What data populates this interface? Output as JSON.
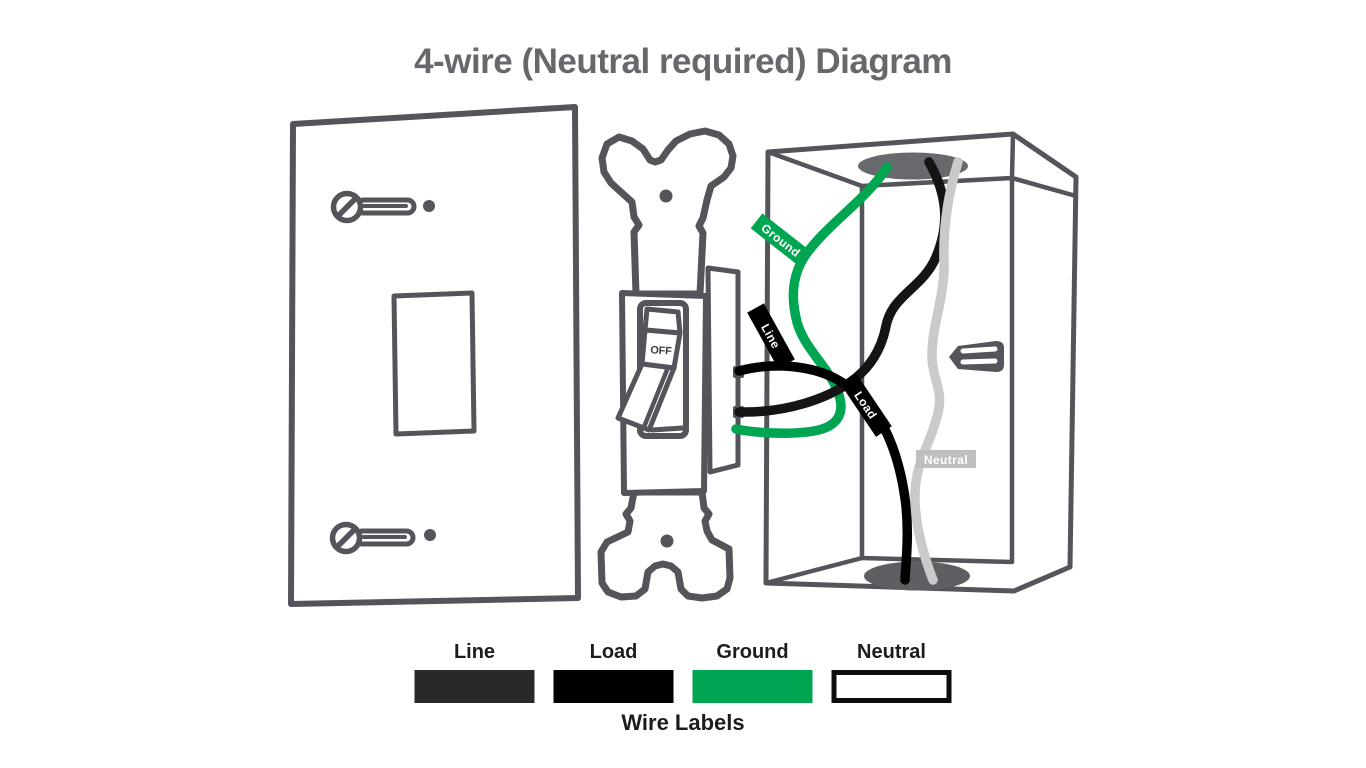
{
  "title": "4-wire (Neutral required) Diagram",
  "diagram": {
    "switch_label": "OFF",
    "tags": {
      "ground": "Ground",
      "line": "Line",
      "load": "Load",
      "neutral": "Neutral"
    }
  },
  "legend": {
    "caption": "Wire Labels",
    "items": [
      {
        "label": "Line",
        "color": "#2b2828"
      },
      {
        "label": "Load",
        "color": "#000000"
      },
      {
        "label": "Ground",
        "color": "#00a551"
      },
      {
        "label": "Neutral",
        "color": "#ffffff"
      }
    ]
  },
  "colors": {
    "outline": "#53555a",
    "title_text": "#67686c",
    "ground_wire": "#00a551",
    "line_wire": "#151313",
    "load_wire": "#000000",
    "neutral_wire": "#c9cacb",
    "neutral_tag": "#bdbfc1",
    "box_fill": "#f3f3f4",
    "box_hole_top": "#68696d",
    "box_hole_bottom": "#5e5f62"
  }
}
